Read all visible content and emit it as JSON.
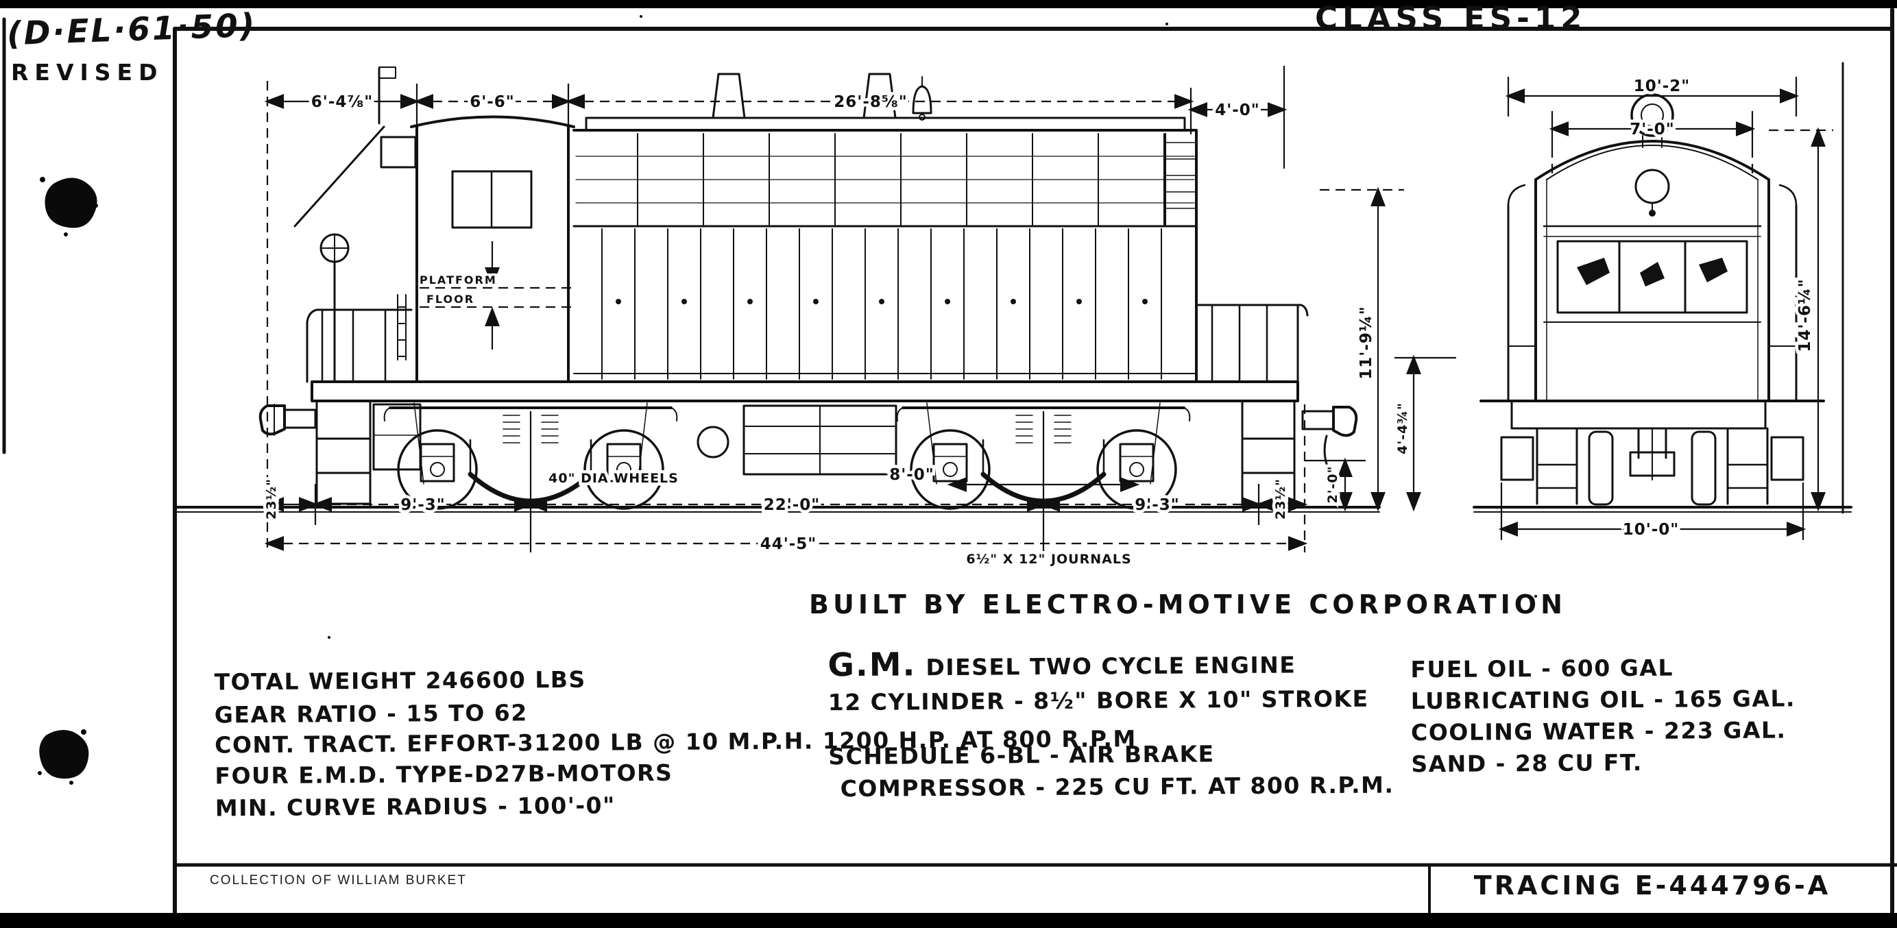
{
  "header": {
    "drawing_number": "(D·EL·61·50)",
    "revised_label": "REVISED",
    "class_title": "CLASS ES-12"
  },
  "captions": {
    "built_by": "BUILT BY ELECTRO-MOTIVE CORPORATION"
  },
  "dimensions": {
    "side_view": {
      "front_overhang": "6'-4⅞\"",
      "cab_length": "6'-6\"",
      "hood_length": "26'-8⅝\"",
      "rear_overhang": "4'-0\"",
      "front_coupler": "23½\"",
      "front_truck_span": "9'-3\"",
      "truck_centers": "22'-0\"",
      "rear_truck_span": "9'-3\"",
      "rear_coupler": "23½\"",
      "truck_wheelbase": "8'-0\"",
      "overall_length": "44'-5\"",
      "coupler_height": "2'-0\"",
      "hood_height": "11'-9¼\"",
      "platform_height": "4'-4¾\"",
      "wheels_note": "40\" DIA WHEELS",
      "journals_note": "6½\" X 12\" JOURNALS",
      "platform_label_line1": "PLATFORM",
      "platform_label_line2": "FLOOR"
    },
    "front_view": {
      "overall_width": "10'-2\"",
      "hood_width": "7'-0\"",
      "overall_height": "14'-6¼\"",
      "frame_width": "10'-0\""
    }
  },
  "specs": {
    "engine_make": "G.M.",
    "left": [
      "TOTAL WEIGHT  246600 LBS",
      "GEAR RATIO -  15 TO 62",
      "CONT. TRACT. EFFORT-31200 LB @ 10 M.P.H. 1200 H.P. AT 800 R.P.M",
      "FOUR E.M.D. TYPE-D27B-MOTORS",
      "MIN. CURVE RADIUS -  100'-0\""
    ],
    "center": [
      "DIESEL TWO CYCLE ENGINE",
      "12 CYLINDER - 8½\" BORE X 10\" STROKE",
      "SCHEDULE 6-BL - AIR BRAKE",
      "COMPRESSOR - 225 CU FT. AT 800 R.P.M."
    ],
    "right": [
      "FUEL OIL  - 600 GAL",
      "LUBRICATING OIL - 165 GAL.",
      "COOLING WATER -  223 GAL.",
      "SAND - 28 CU FT."
    ]
  },
  "footer": {
    "collection_note": "COLLECTION OF WILLIAM BURKET",
    "tracing_number": "TRACING E-444796-A"
  }
}
